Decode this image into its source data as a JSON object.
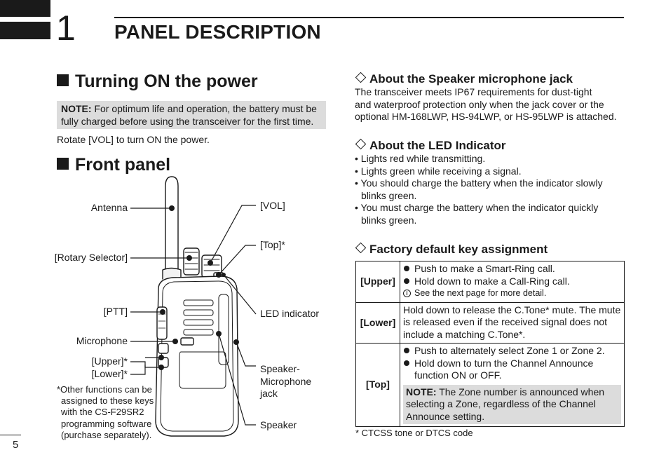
{
  "chapter": {
    "number": "1",
    "title": "PANEL DESCRIPTION"
  },
  "power": {
    "heading": "Turning ON the power",
    "note_label": "NOTE:",
    "note_text": " For optimum life and operation, the battery must be fully charged before using the transceiver for the first time.",
    "instruction": "Rotate [VOL] to turn ON the power."
  },
  "front": {
    "heading": "Front panel",
    "labels": {
      "antenna": "Antenna",
      "rotary": "[Rotary Selector]",
      "ptt": "[PTT]",
      "microphone": "Microphone",
      "upper": "[Upper]*",
      "lower": "[Lower]*",
      "vol": "[VOL]",
      "top": "[Top]*",
      "led": "LED indicator",
      "speaker_mic_1": "Speaker-",
      "speaker_mic_2": "Microphone",
      "speaker_mic_3": "jack",
      "speaker": "Speaker"
    },
    "footnote_lines": [
      "*Other functions can be",
      "assigned to these keys",
      "with the CS-F29SR2",
      "programming software",
      "(purchase separately)."
    ]
  },
  "speaker_jack": {
    "heading": "About the Speaker microphone jack",
    "lines": [
      "The transceiver meets IP67 requirements for dust-tight",
      "and waterproof protection only when the jack cover or the",
      "optional HM-168LWP, HS-94LWP, or HS-95LWP is attached."
    ]
  },
  "led": {
    "heading": "About the LED Indicator",
    "bullets": [
      "Lights red while transmitting.",
      "Lights green while receiving a signal.",
      "You should charge the battery when the indicator slowly blinks green.",
      "You must charge the battery when the indicator quickly blinks green."
    ]
  },
  "factory": {
    "heading": "Factory default key assignment",
    "rows": {
      "upper": {
        "key": "[Upper]",
        "item1": "Push to make a Smart-Ring call.",
        "item2": "Hold down to make a Call-Ring call.",
        "ref": "See the next page for more detail."
      },
      "lower": {
        "key": "[Lower]",
        "text": "Hold down to release the C.Tone* mute. The mute is released even if the received signal does not include a matching C.Tone*."
      },
      "top": {
        "key": "[Top]",
        "item1": "Push to alternately select Zone 1 or Zone 2.",
        "item2": "Hold down to turn the Channel Announce function ON or OFF.",
        "note_label": "NOTE:",
        "note_text": " The Zone number is announced when selecting a Zone, regardless of the Channel Announce setting."
      }
    },
    "footnote": "* CTCSS tone or DTCS code"
  },
  "page_number": "5"
}
